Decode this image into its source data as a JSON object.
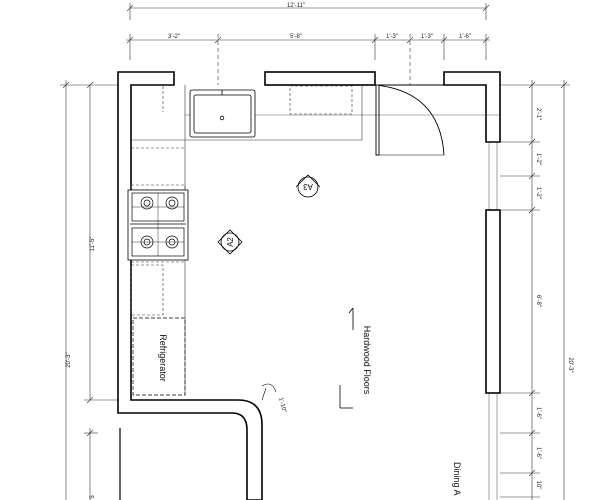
{
  "plan": {
    "room_labels": {
      "refrigerator": "Refrigerator",
      "floor": "Hardwood Floors",
      "dining": "Dining A"
    },
    "section_tags": {
      "a2": "A2",
      "a3": "A3"
    },
    "dimensions": {
      "overall_width": "12'-11\"",
      "left_wall_seg": "3'-2\"",
      "center_seg": "5'-8\"",
      "door_seg_1": "1'-3\"",
      "door_seg_2": "1'-3\"",
      "door_seg_3": "1'-6\"",
      "left_inner_height": "11'-5\"",
      "left_overall_height": "20'-3\"",
      "right_overall_height": "20'-3\"",
      "right_seg_1": "2'-1\"",
      "right_seg_2": "1'-2\"",
      "right_seg_3": "1'-2\"",
      "right_seg_4": "6'-8\"",
      "right_seg_5": "1'-6\"",
      "right_seg_6": "1'-6\"",
      "right_seg_7": "10\"",
      "corner_radius": "1'-10\"",
      "bottom_left": "5"
    }
  }
}
